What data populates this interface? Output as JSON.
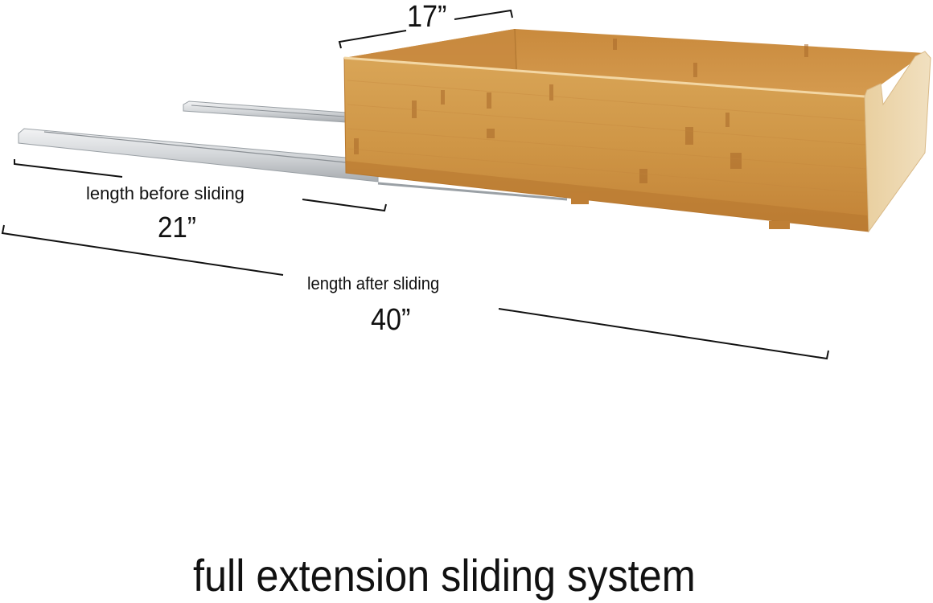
{
  "image": {
    "subject": "bamboo pull-out drawer with full extension slides",
    "colors": {
      "background": "#ffffff",
      "bamboo_front": "#d09a4e",
      "bamboo_dark": "#b97c34",
      "bamboo_light": "#e6c08b",
      "bamboo_side": "#e8cfa6",
      "rail_metal": "#d6d8da",
      "rail_shadow": "#9ea2a6",
      "dimension_line": "#111111"
    }
  },
  "dimensions": {
    "width": {
      "value": "17”"
    },
    "before_sliding": {
      "label": "length before sliding",
      "value": "21”"
    },
    "after_sliding": {
      "label": "length after sliding",
      "value": "40”"
    }
  },
  "caption": "full extension sliding system"
}
